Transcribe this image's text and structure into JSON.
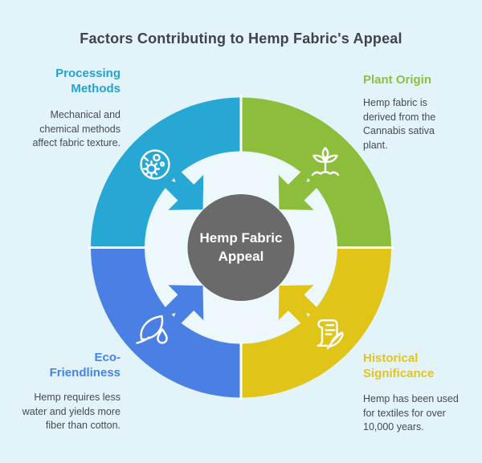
{
  "title": "Factors Contributing to Hemp Fabric's Appeal",
  "center": {
    "label": "Hemp Fabric\nAppeal"
  },
  "colors": {
    "background": "#E2F3FA",
    "inner_disc": "#EDF8FC",
    "center_circle": "#6A6A6A",
    "divider": "#FFFFFF",
    "title_text": "#3E4449",
    "body_text": "#474B4E"
  },
  "sections": [
    {
      "id": "processing-methods",
      "heading": "Processing\nMethods",
      "body": "Mechanical and chemical methods affect fabric texture.",
      "heading_color": "#22A3D2",
      "wedge_color": "#27A8D4",
      "icon": "microbe-dish-icon"
    },
    {
      "id": "plant-origin",
      "heading": "Plant Origin",
      "body": "Hemp fabric is derived from the Cannabis sativa plant.",
      "heading_color": "#8BC13E",
      "wedge_color": "#8CBE3C",
      "icon": "sprout-icon"
    },
    {
      "id": "eco-friendliness",
      "heading": "Eco-\nFriendliness",
      "body": "Hemp requires less water and yields more fiber than cotton.",
      "heading_color": "#4484E8",
      "wedge_color": "#4A80E4",
      "icon": "leaf-droplet-icon"
    },
    {
      "id": "historical-significance",
      "heading": "Historical\nSignificance",
      "body": "Hemp has been used for textiles for over 10,000 years.",
      "heading_color": "#E2C51C",
      "wedge_color": "#E0C417",
      "icon": "scroll-quill-icon"
    }
  ]
}
